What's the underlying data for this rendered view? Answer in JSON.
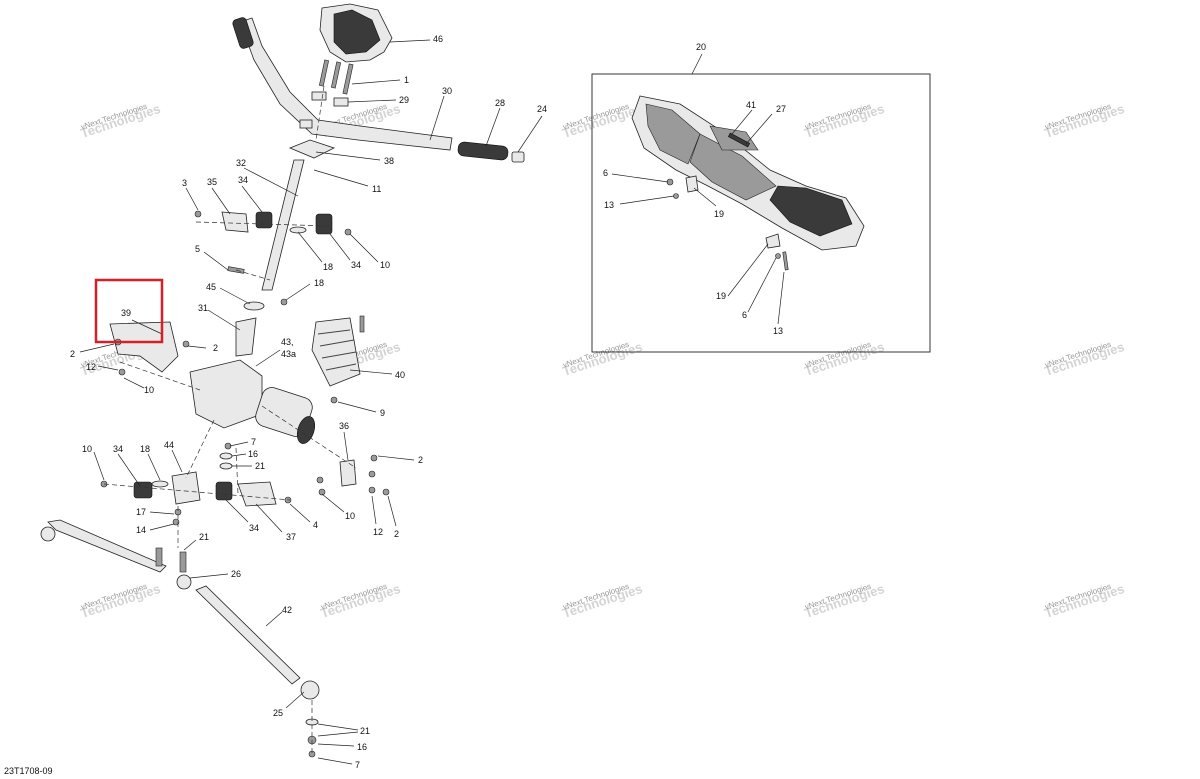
{
  "diagram": {
    "code": "23T1708-09",
    "watermark_line1": "vNext Technologies",
    "watermark_line2": "Technologies",
    "callouts": [
      {
        "id": "c46a",
        "text": "46"
      },
      {
        "id": "c1",
        "text": "1"
      },
      {
        "id": "c29",
        "text": "29"
      },
      {
        "id": "c30",
        "text": "30"
      },
      {
        "id": "c28",
        "text": "28"
      },
      {
        "id": "c24",
        "text": "24"
      },
      {
        "id": "c32",
        "text": "32"
      },
      {
        "id": "c38",
        "text": "38"
      },
      {
        "id": "c11",
        "text": "11"
      },
      {
        "id": "c3",
        "text": "3"
      },
      {
        "id": "c35",
        "text": "35"
      },
      {
        "id": "c34a",
        "text": "34"
      },
      {
        "id": "c18a",
        "text": "18"
      },
      {
        "id": "c34b",
        "text": "34"
      },
      {
        "id": "c10a",
        "text": "10"
      },
      {
        "id": "c5",
        "text": "5"
      },
      {
        "id": "c45",
        "text": "45"
      },
      {
        "id": "c18b",
        "text": "18"
      },
      {
        "id": "c39",
        "text": "39"
      },
      {
        "id": "c31",
        "text": "31"
      },
      {
        "id": "c2a",
        "text": "2"
      },
      {
        "id": "c2b",
        "text": "2"
      },
      {
        "id": "c12a",
        "text": "12"
      },
      {
        "id": "c10b",
        "text": "10"
      },
      {
        "id": "c43",
        "text": "43,"
      },
      {
        "id": "c43a",
        "text": "43a"
      },
      {
        "id": "c40",
        "text": "40"
      },
      {
        "id": "c9",
        "text": "9"
      },
      {
        "id": "c7a",
        "text": "7"
      },
      {
        "id": "c16a",
        "text": "16"
      },
      {
        "id": "c21a",
        "text": "21"
      },
      {
        "id": "c36",
        "text": "36"
      },
      {
        "id": "c2c",
        "text": "2"
      },
      {
        "id": "c10c",
        "text": "10"
      },
      {
        "id": "c34c",
        "text": "34"
      },
      {
        "id": "c18c",
        "text": "18"
      },
      {
        "id": "c44",
        "text": "44"
      },
      {
        "id": "c4",
        "text": "4"
      },
      {
        "id": "c10d",
        "text": "10"
      },
      {
        "id": "c12b",
        "text": "12"
      },
      {
        "id": "c2d",
        "text": "2"
      },
      {
        "id": "c17",
        "text": "17"
      },
      {
        "id": "c14",
        "text": "14"
      },
      {
        "id": "c34d",
        "text": "34"
      },
      {
        "id": "c37",
        "text": "37"
      },
      {
        "id": "c21b",
        "text": "21"
      },
      {
        "id": "c26",
        "text": "26"
      },
      {
        "id": "c42",
        "text": "42"
      },
      {
        "id": "c25",
        "text": "25"
      },
      {
        "id": "c21c",
        "text": "21"
      },
      {
        "id": "c16b",
        "text": "16"
      },
      {
        "id": "c7b",
        "text": "7"
      },
      {
        "id": "c20",
        "text": "20"
      },
      {
        "id": "c41",
        "text": "41"
      },
      {
        "id": "c27",
        "text": "27"
      },
      {
        "id": "c6a",
        "text": "6"
      },
      {
        "id": "c13a",
        "text": "13"
      },
      {
        "id": "c19a",
        "text": "19"
      },
      {
        "id": "c19b",
        "text": "19"
      },
      {
        "id": "c6b",
        "text": "6"
      },
      {
        "id": "c13b",
        "text": "13"
      }
    ],
    "highlight_color": "#d61f26"
  }
}
